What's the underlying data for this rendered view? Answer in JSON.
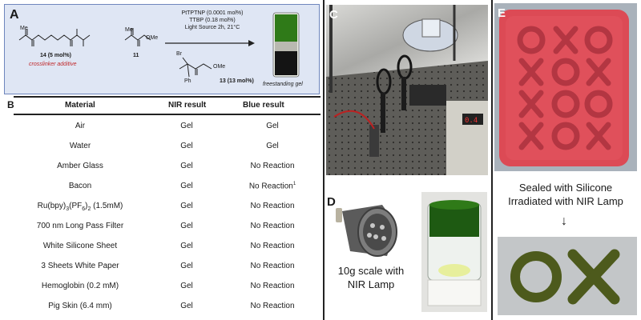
{
  "panelA": {
    "letter": "A",
    "crosslinker_label": "14 (5 mol%)",
    "crosslinker_note": "crosslinker additive",
    "monomer_label": "11",
    "initiator_label": "13 (13 mol%)",
    "conditions": [
      "PtTPTNP (0.0001 mol%)",
      "TTBP (0.18 mol%)",
      "Light Source 2h, 21°C"
    ],
    "product_label": "freestanding gel",
    "atoms": {
      "me": "Me",
      "ome": "OMe",
      "br": "Br",
      "ph": "Ph"
    }
  },
  "panelB": {
    "letter": "B",
    "headers": [
      "Material",
      "NIR result",
      "Blue result"
    ],
    "rows": [
      {
        "material": "Air",
        "nir": "Gel",
        "blue": "Gel"
      },
      {
        "material": "Water",
        "nir": "Gel",
        "blue": "Gel"
      },
      {
        "material": "Amber Glass",
        "nir": "Gel",
        "blue": "No Reaction"
      },
      {
        "material": "Bacon",
        "nir": "Gel",
        "blue": "No Reaction",
        "blue_sup": "1"
      },
      {
        "material_main": "Ru(bpy)",
        "material_sub1": "3",
        "material_mid": "(PF",
        "material_sub2": "6",
        "material_end": ")",
        "material_sub3": "2",
        "material_tail": " (1.5mM)",
        "nir": "Gel",
        "blue": "No Reaction"
      },
      {
        "material": "700 nm Long Pass Filter",
        "nir": "Gel",
        "blue": "No Reaction"
      },
      {
        "material": "White Silicone Sheet",
        "nir": "Gel",
        "blue": "No Reaction"
      },
      {
        "material": "3 Sheets White Paper",
        "nir": "Gel",
        "blue": "No Reaction"
      },
      {
        "material": "Hemoglobin (0.2 mM)",
        "nir": "Gel",
        "blue": "No Reaction"
      },
      {
        "material": "Pig Skin (6.4 mm)",
        "nir": "Gel",
        "blue": "No Reaction"
      }
    ]
  },
  "panelC": {
    "letter": "C"
  },
  "panelD": {
    "letter": "D",
    "caption_line1": "10g scale with",
    "caption_line2": "NIR Lamp"
  },
  "panelE": {
    "letter": "E",
    "caption_line1": "Sealed with Silicone",
    "caption_line2": "Irradiated with NIR Lamp",
    "arrow": "↓"
  }
}
